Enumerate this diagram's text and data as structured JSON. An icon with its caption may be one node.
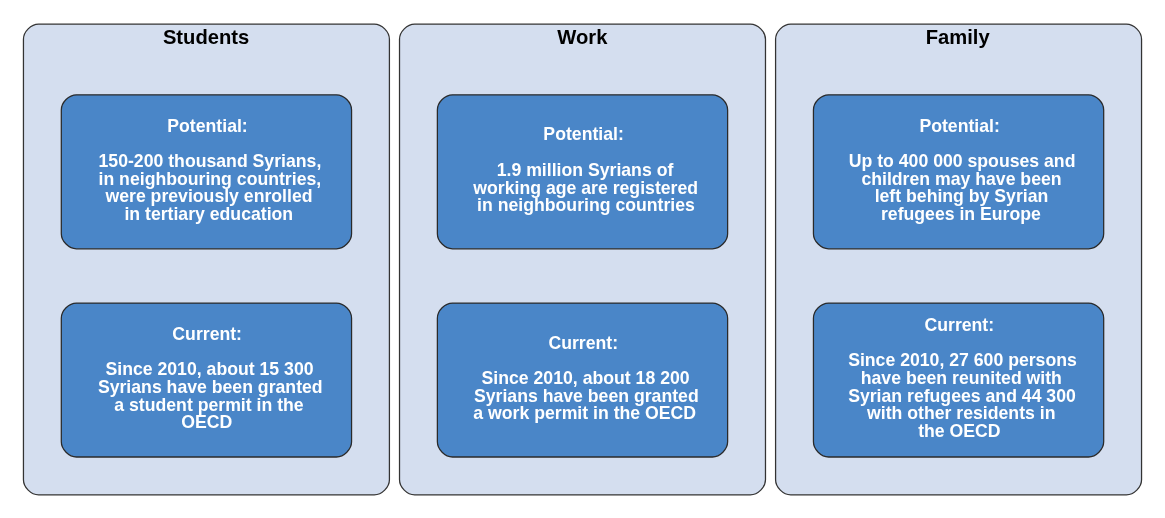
{
  "diagram": {
    "nodes": [
      {
        "text": [
          "Students"
        ]
      },
      {
        "text": [
          "Potential:",
          "150-200 thousand Syrians, in neighbouring countries, were previously enrolled in tertiary education"
        ],
        "in": 0
      },
      {
        "text": [
          "Current:",
          "Since 2010, about 15 300 Syrians have been granted a student permit in the OECD"
        ],
        "in": 0
      },
      {
        "text": [
          "Work"
        ]
      },
      {
        "text": [
          "Potential:",
          "1.9 million Syrians of working age are registered in neighbouring countries"
        ],
        "in": 3
      },
      {
        "text": [
          "Current:",
          "Since 2010, about 18 200 Syrians have been granted a work permit in the OECD"
        ],
        "in": 3
      },
      {
        "text": [
          "Family"
        ]
      },
      {
        "text": [
          "Potential:",
          "Up to 400 000 spouses and children may have been left behing by Syrian refugees in Europe"
        ],
        "in": 6
      },
      {
        "text": [
          "Current:",
          "Since 2010, 27 600 persons have been reunited with Syrian refugees and 44 300 with other residents in the OECD"
        ],
        "in": 6
      }
    ],
    "edges": []
  }
}
